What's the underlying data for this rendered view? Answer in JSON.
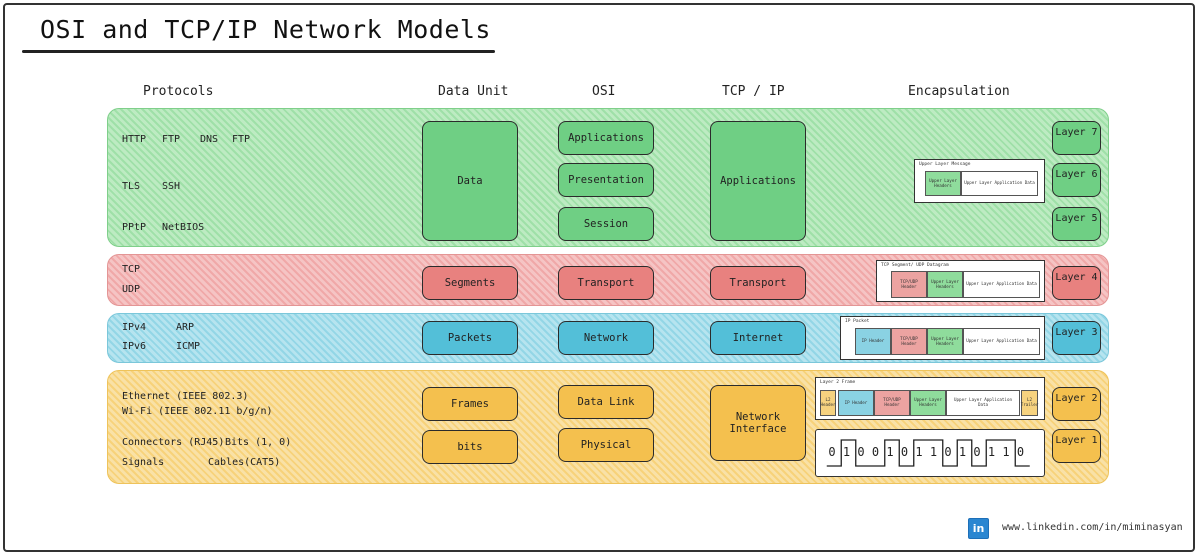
{
  "title": "OSI and TCP/IP Network Models",
  "columns": {
    "protocols": "Protocols",
    "data_unit": "Data Unit",
    "osi": "OSI",
    "tcpip": "TCP / IP",
    "encapsulation": "Encapsulation"
  },
  "colors": {
    "application_band": "#9fe0a8",
    "transport_band": "#f0a8a8",
    "network_band": "#93d6e6",
    "link_band": "#f7d27a"
  },
  "protocols": {
    "app1": [
      "HTTP",
      "FTP",
      "DNS",
      "FTP"
    ],
    "app2": [
      "TLS",
      "SSH"
    ],
    "app3": [
      "PPtP",
      "NetBIOS"
    ],
    "transport": [
      "TCP",
      "UDP"
    ],
    "net1": [
      "IPv4",
      "ARP"
    ],
    "net2": [
      "IPv6",
      "ICMP"
    ],
    "link1": "Ethernet (IEEE 802.3)",
    "link2": "Wi-Fi (IEEE 802.11 b/g/n)",
    "phys1": [
      "Connectors (RJ45)",
      "Bits (1, 0)"
    ],
    "phys2": [
      "Signals",
      "Cables(CAT5)"
    ]
  },
  "data_units": {
    "data": "Data",
    "segments": "Segments",
    "packets": "Packets",
    "frames": "Frames",
    "bits": "bits"
  },
  "osi": {
    "applications": "Applications",
    "presentation": "Presentation",
    "session": "Session",
    "transport": "Transport",
    "network": "Network",
    "data_link": "Data Link",
    "physical": "Physical"
  },
  "tcpip": {
    "applications": "Applications",
    "transport": "Transport",
    "internet": "Internet",
    "network_interface": "Network Interface"
  },
  "layers": {
    "l7": "Layer 7",
    "l6": "Layer 6",
    "l5": "Layer 5",
    "l4": "Layer 4",
    "l3": "Layer 3",
    "l2": "Layer 2",
    "l1": "Layer 1"
  },
  "encapsulation": {
    "l6_caption": "Upper Layer Message",
    "l4_caption": "TCP Segment/ UDP Datagram",
    "l3_caption": "IP Packet",
    "l2_caption": "Layer 2 Frame",
    "upper_headers": "Upper Layer Headers",
    "upper_data": "Upper Layer Application Data",
    "tcp_header": "TCP/UDP Header",
    "ip_header": "IP Header",
    "l2_header": "L2 Header",
    "l2_trailer": "L2 Trailer",
    "bits": [
      "0",
      "1",
      "0",
      "0",
      "1",
      "0",
      "1",
      "1",
      "0",
      "1",
      "0",
      "1",
      "1",
      "0"
    ]
  },
  "footer": {
    "icon": "linkedin-icon",
    "icon_text": "in",
    "url": "www.linkedin.com/in/miminasyan"
  }
}
